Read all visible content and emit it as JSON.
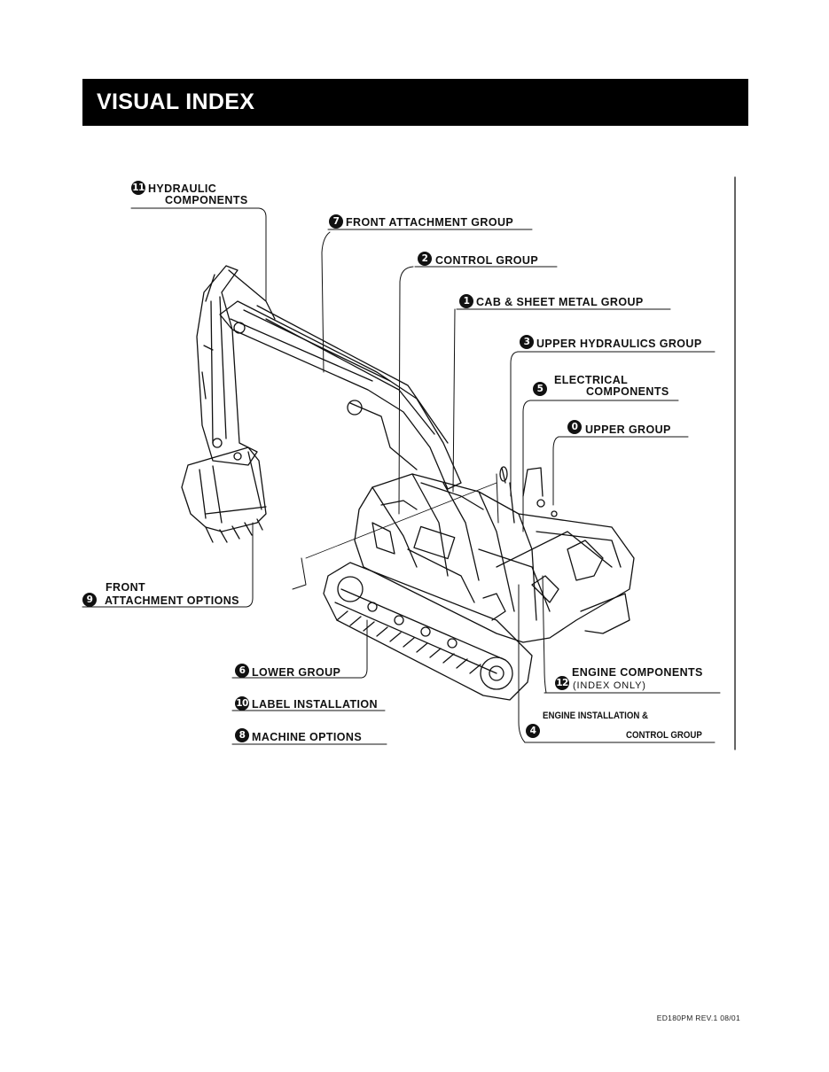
{
  "header": {
    "title": "VISUAL INDEX"
  },
  "labels": {
    "hydraulic_components": {
      "number": "11",
      "line1": "HYDRAULIC",
      "line2": "COMPONENTS"
    },
    "front_attachment_group": {
      "number": "7",
      "text": "FRONT ATTACHMENT GROUP"
    },
    "control_group": {
      "number": "2",
      "text": "CONTROL GROUP"
    },
    "cab_sheet_metal_group": {
      "number": "1",
      "text": "CAB & SHEET METAL GROUP"
    },
    "upper_hydraulics_group": {
      "number": "3",
      "text": "UPPER HYDRAULICS GROUP"
    },
    "electrical_components": {
      "number": "5",
      "line1": "ELECTRICAL",
      "line2": "COMPONENTS"
    },
    "upper_group": {
      "number": "0",
      "text": "UPPER GROUP"
    },
    "front_attachment_options": {
      "number": "9",
      "line1": "FRONT",
      "line2": "ATTACHMENT OPTIONS"
    },
    "lower_group": {
      "number": "6",
      "text": "LOWER GROUP"
    },
    "label_installation": {
      "number": "10",
      "text": "LABEL INSTALLATION"
    },
    "machine_options": {
      "number": "8",
      "text": "MACHINE OPTIONS"
    },
    "engine_components": {
      "number": "12",
      "line1": "ENGINE COMPONENTS",
      "line2": "(INDEX ONLY)"
    },
    "engine_installation": {
      "number": "4",
      "line1": "ENGINE INSTALLATION &",
      "line2": "CONTROL GROUP"
    }
  },
  "footer": {
    "doc_ref": "ED180PM REV.1 08/01"
  }
}
